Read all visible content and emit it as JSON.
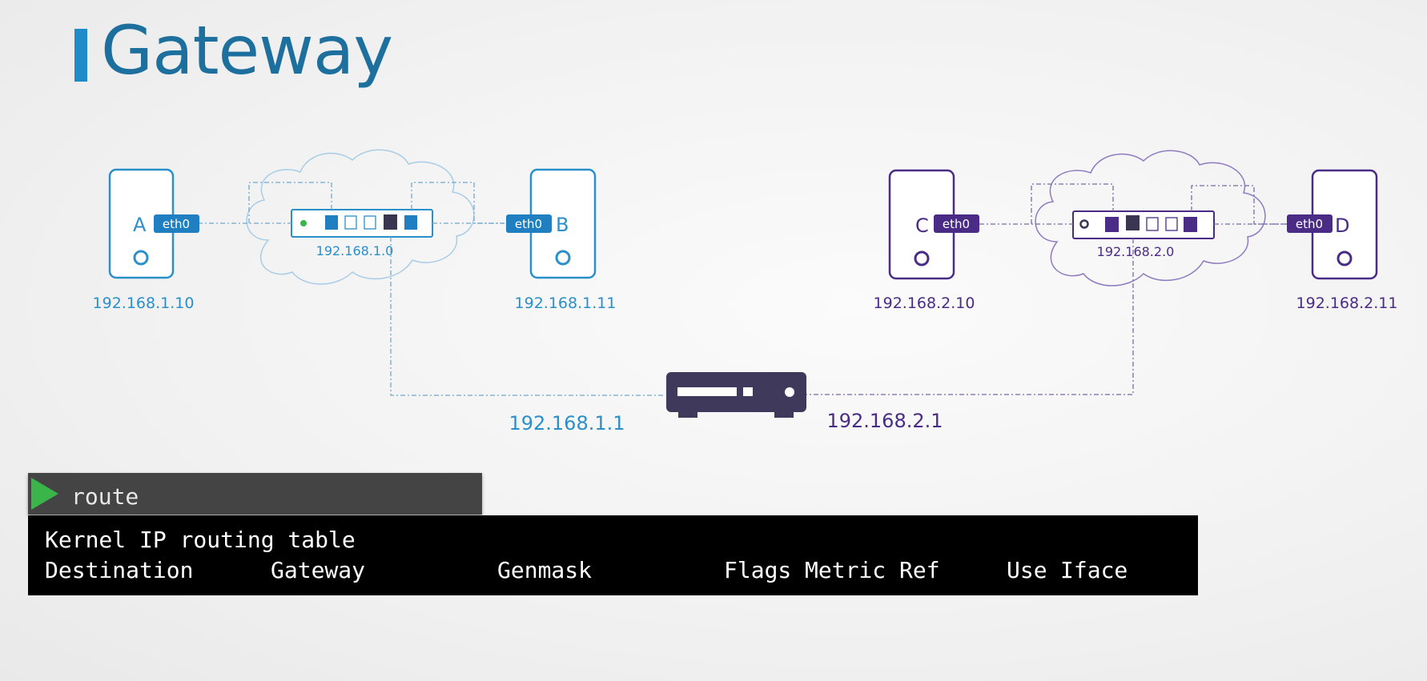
{
  "title": "Gateway",
  "hosts": {
    "a": {
      "letter": "A",
      "iface": "eth0",
      "ip": "192.168.1.10"
    },
    "b": {
      "letter": "B",
      "iface": "eth0",
      "ip": "192.168.1.11"
    },
    "c": {
      "letter": "C",
      "iface": "eth0",
      "ip": "192.168.2.10"
    },
    "d": {
      "letter": "D",
      "iface": "eth0",
      "ip": "192.168.2.11"
    }
  },
  "networks": {
    "left": {
      "label": "192.168.1.0"
    },
    "right": {
      "label": "192.168.2.0"
    }
  },
  "router": {
    "left_ip": "192.168.1.1",
    "right_ip": "192.168.2.1"
  },
  "command": {
    "text": "route"
  },
  "terminal": {
    "line1": "Kernel IP routing table",
    "headers": [
      "Destination",
      "Gateway",
      "Genmask",
      "Flags",
      "Metric",
      "Ref",
      "Use",
      "Iface"
    ]
  },
  "colors": {
    "blue": "#2b8fc9",
    "purple": "#4a2c86",
    "play_green": "#39b54a"
  }
}
